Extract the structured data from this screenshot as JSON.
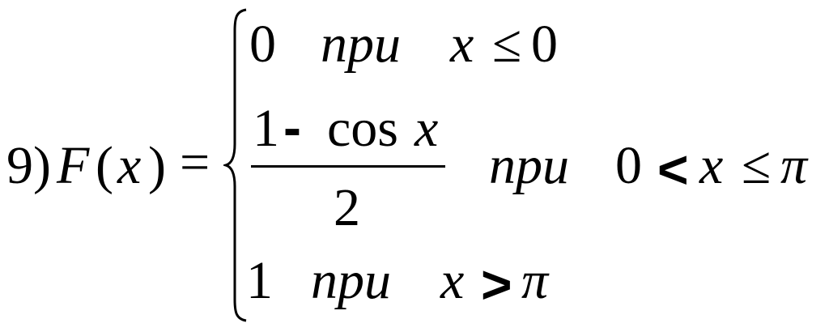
{
  "problem_number": "9)",
  "lhs": {
    "func": "F",
    "open_paren": "(",
    "var": "x",
    "close_paren": ")",
    "equals": "="
  },
  "cases": [
    {
      "value": "0",
      "condition_word": "npu",
      "condition_var": "x",
      "condition_op": "≤",
      "condition_bound": "0"
    },
    {
      "numerator_one": "1",
      "numerator_minus": "-",
      "numerator_cos": "cos",
      "numerator_var": "x",
      "denominator": "2",
      "condition_word": "npu",
      "condition_lower": "0",
      "condition_op1": "<",
      "condition_var": "x",
      "condition_op2": "≤",
      "condition_upper": "π"
    },
    {
      "value": "1",
      "condition_word": "npu",
      "condition_var": "x",
      "condition_op": ">",
      "condition_bound": "π"
    }
  ]
}
